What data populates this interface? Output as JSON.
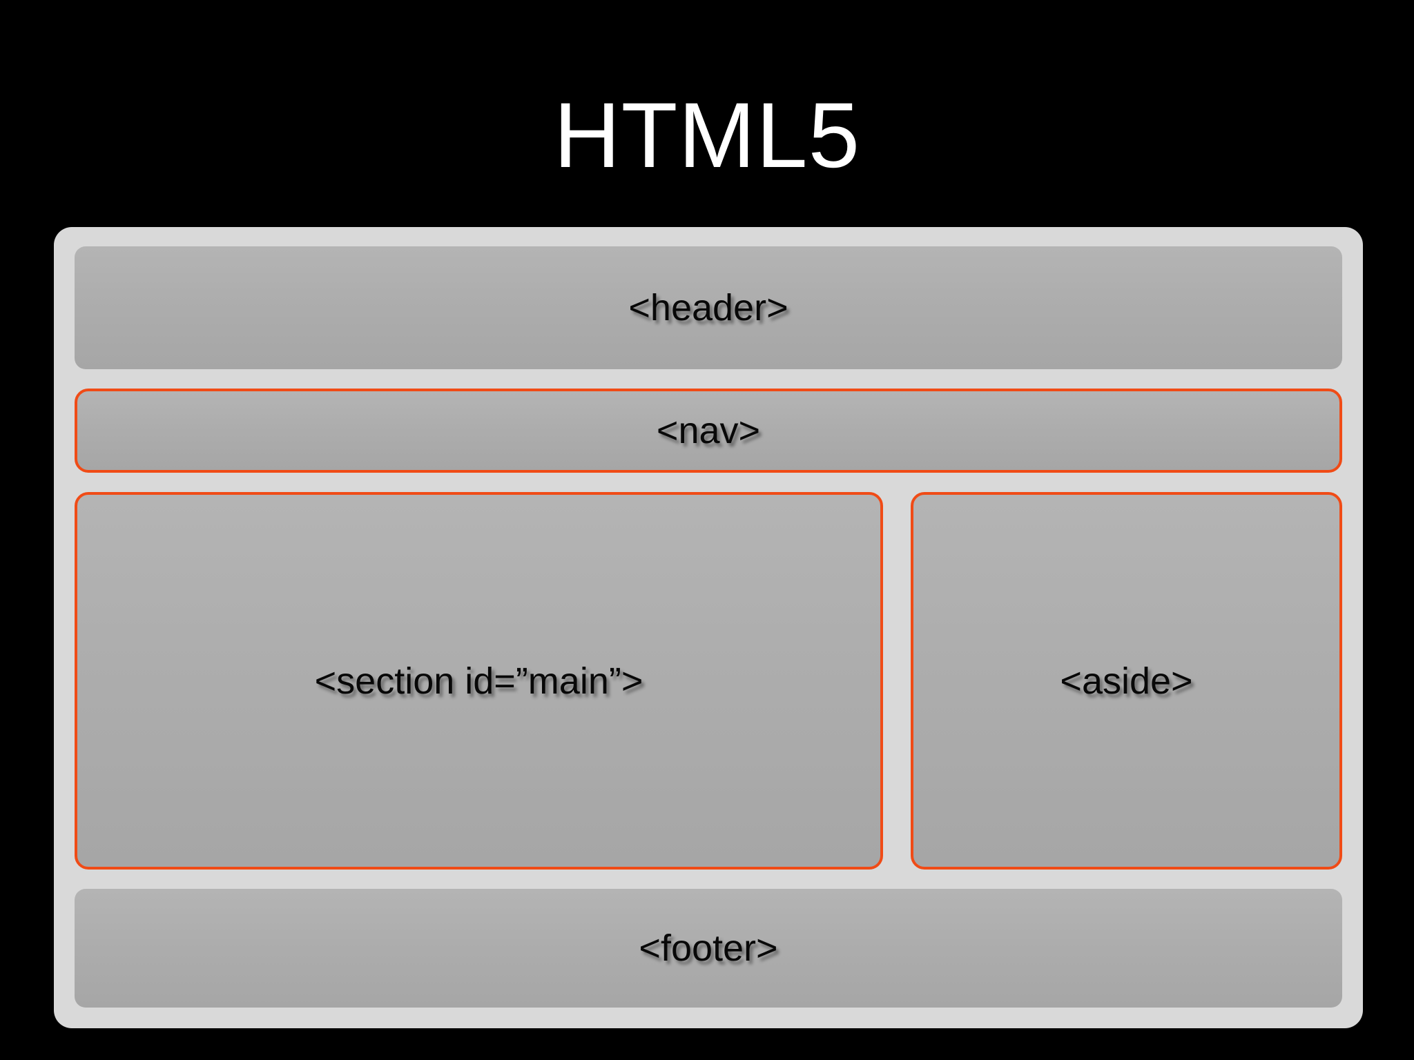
{
  "slide": {
    "title": "HTML5",
    "background_color": "#000000",
    "title_color": "#ffffff"
  },
  "colors": {
    "panel_background": "#d9d9d9",
    "region_fill": "#adadad",
    "region_outline": "#f04b16",
    "label_text": "#080808"
  },
  "diagram": {
    "name": "html5-page-layout",
    "regions": [
      {
        "id": "header",
        "label": "<header>",
        "outlined": false,
        "row": "header"
      },
      {
        "id": "nav",
        "label": "<nav>",
        "outlined": true,
        "row": "nav"
      },
      {
        "id": "section-main",
        "label": "<section id=”main”>",
        "outlined": true,
        "row": "content"
      },
      {
        "id": "aside",
        "label": "<aside>",
        "outlined": true,
        "row": "content"
      },
      {
        "id": "footer",
        "label": "<footer>",
        "outlined": false,
        "row": "footer"
      }
    ]
  }
}
